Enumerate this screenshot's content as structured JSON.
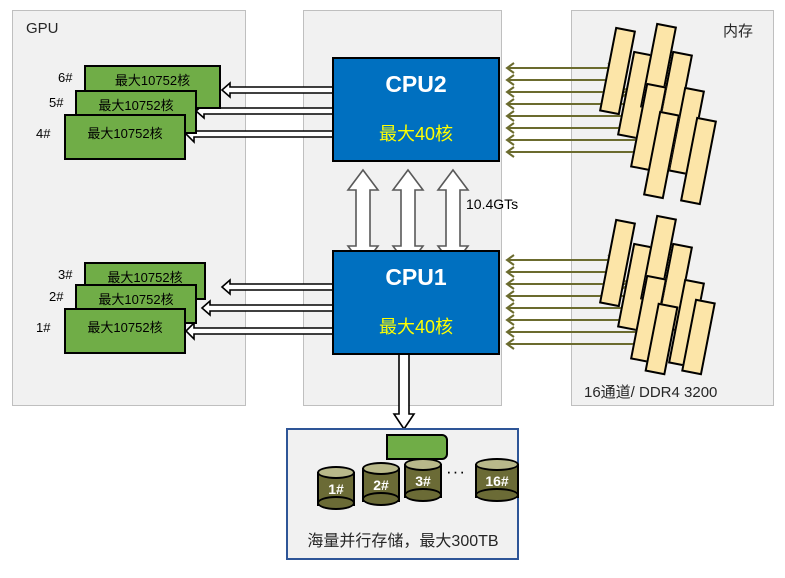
{
  "diagram": {
    "title": "Server architecture block diagram",
    "colors": {
      "gpu_green": "#70AD47",
      "cpu_blue": "#0070C0",
      "cpu_core_text": "#FFFF00",
      "memory_yellow": "#FCE5A8",
      "memory_arrow_olive": "#6B6B2E",
      "panel_gray": "#F1F1F1",
      "storage_border_blue": "#2E5597",
      "disk_olive": "#6B6B36"
    }
  },
  "gpu_panel": {
    "title": "GPU",
    "cards": [
      {
        "tag": "6#",
        "label": "最大10752核"
      },
      {
        "tag": "5#",
        "label": "最大10752核"
      },
      {
        "tag": "4#",
        "label": "最大10752核"
      },
      {
        "tag": "3#",
        "label": "最大10752核"
      },
      {
        "tag": "2#",
        "label": "最大10752核"
      },
      {
        "tag": "1#",
        "label": "最大10752核"
      }
    ]
  },
  "cpu_panel": {
    "cpus": [
      {
        "name": "CPU2",
        "cores": "最大40核"
      },
      {
        "name": "CPU1",
        "cores": "最大40核"
      }
    ],
    "interconnect_label": "10.4GTs"
  },
  "memory_panel": {
    "title": "内存",
    "footer": "16通道/ DDR4 3200",
    "stick_count": 16
  },
  "storage_panel": {
    "caption": "海量并行存储，最大300TB",
    "ellipsis": "···",
    "disks": [
      {
        "label": "1#"
      },
      {
        "label": "2#"
      },
      {
        "label": "3#"
      },
      {
        "label": "16#"
      }
    ]
  }
}
